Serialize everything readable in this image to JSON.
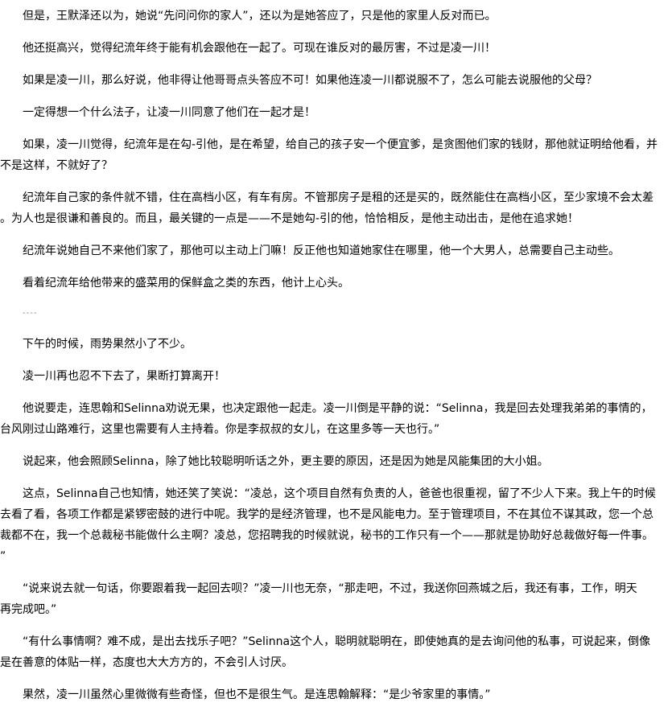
{
  "paragraphs": [
    [
      "但是，王默泽还以为，她说“先问问你的家人”，还以为是她答应了，只是他的家里人反对而已。"
    ],
    [
      "他还挺高兴，觉得纪流年终于能有机会跟他在一起了。可现在谁反对的最厉害，不过是凌一川！"
    ],
    [
      "如果是凌一川，那么好说，他非得让他哥哥点头答应不可！如果他连凌一川都说服不了，怎么可能去说服他的父母？"
    ],
    [
      "一定得想一个什么法子，让凌一川同意了他们在一起才是！"
    ],
    [
      "如果，凌一川觉得，纪流年是在勾-引他，是在希望，给自己的孩子安一个便宜爹，是贪图他们家的钱财，那他就证明给他看，并",
      "不是这样，不就好了？"
    ],
    [
      "纪流年自己家的条件就不错，住在高档小区，有车有房。不管那房子是租的还是买的，既然能住在高档小区，至少家境不会太差",
      "。为人也是很谦和善良的。而且，最关键的一点是——不是她勾-引的他，恰恰相反，是他主动出击，是他在追求她！"
    ],
    [
      "纪流年说她自己不来他们家了，那他可以主动上门嘛！反正他也知道她家住在哪里，他一个大男人，总需要自己主动些。"
    ],
    [
      "看着纪流年给他带来的盛菜用的保鲜盒之类的东西，他计上心头。"
    ],
    [
      "下午的时候，雨势果然小了不少。"
    ],
    [
      "凌一川再也忍不下去了，果断打算离开！"
    ],
    [
      "他说要走，连思翰和Selinna劝说无果，也决定跟他一起走。凌一川倒是平静的说：“Selinna，我是回去处理我弟弟的事情的，",
      "台风刚过山路难行，这里也需要有人主持着。你是李叔叔的女儿，在这里多等一天也行。”"
    ],
    [
      "说起来，他会照顾Selinna，除了她比较聪明听话之外，更主要的原因，还是因为她是风能集团的大小姐。"
    ],
    [
      "这点，Selinna自己也知情，她还笑了笑说：“凌总，这个项目自然有负责的人，爸爸也很重视，留了不少人下来。我上午的时候",
      "去看了看，各项工作都是紧锣密鼓的进行中呢。我学的是经济管理，也不是风能电力。至于管理项目，不在其位不谋其政，您一个总",
      "裁都不在，我一个总裁秘书能做什么主啊？凌总，您招聘我的时候就说，秘书的工作只有一个——那就是协助好总裁做好每一件事。",
      "”"
    ],
    [
      "“说来说去就一句话，你要跟着我一起回去呗？”凌一川也无奈，“那走吧，不过，我送你回燕城之后，我还有事，工作，明天",
      "再完成吧。”"
    ],
    [
      "“有什么事情啊？难不成，是出去找乐子吧？”Selinna这个人，聪明就聪明在，即使她真的是去询问他的私事，可说起来，倒像",
      "是在善意的体贴一样，态度也大大方方的，不会引人讨厌。"
    ],
    [
      "果然，凌一川虽然心里微微有些奇怪，但也不是很生气。是连思翰解释：“是少爷家里的事情。”"
    ]
  ],
  "separator": "----",
  "separator_after_index": 7
}
